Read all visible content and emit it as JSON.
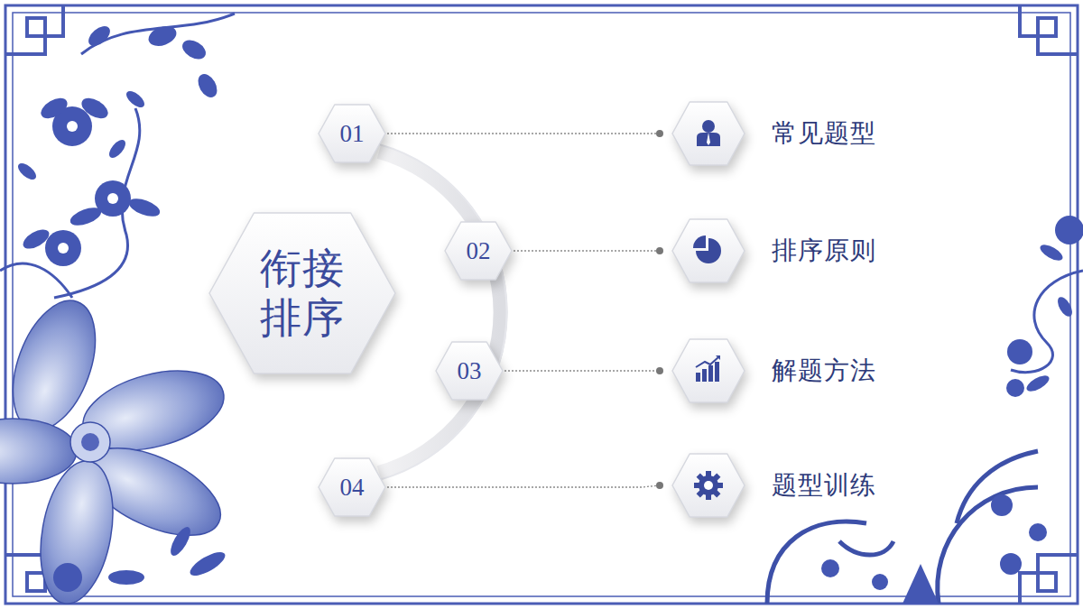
{
  "diagram": {
    "nodes": [
      {
        "text": [
          "衔接 排序"
        ]
      },
      {
        "text": [
          "01"
        ]
      },
      {
        "text": [
          "常见题型"
        ]
      },
      {
        "text": [
          "02"
        ]
      },
      {
        "text": [
          "排序原则"
        ]
      },
      {
        "text": [
          "03"
        ]
      },
      {
        "text": [
          "解题方法"
        ]
      },
      {
        "text": [
          "04"
        ]
      },
      {
        "text": [
          "题型训练"
        ]
      }
    ],
    "edges": [
      {
        "from": 1,
        "to": 2,
        "arrow": "none"
      },
      {
        "from": 3,
        "to": 4,
        "arrow": "none"
      },
      {
        "from": 5,
        "to": 6,
        "arrow": "none"
      },
      {
        "from": 7,
        "to": 8,
        "arrow": "none"
      }
    ]
  }
}
